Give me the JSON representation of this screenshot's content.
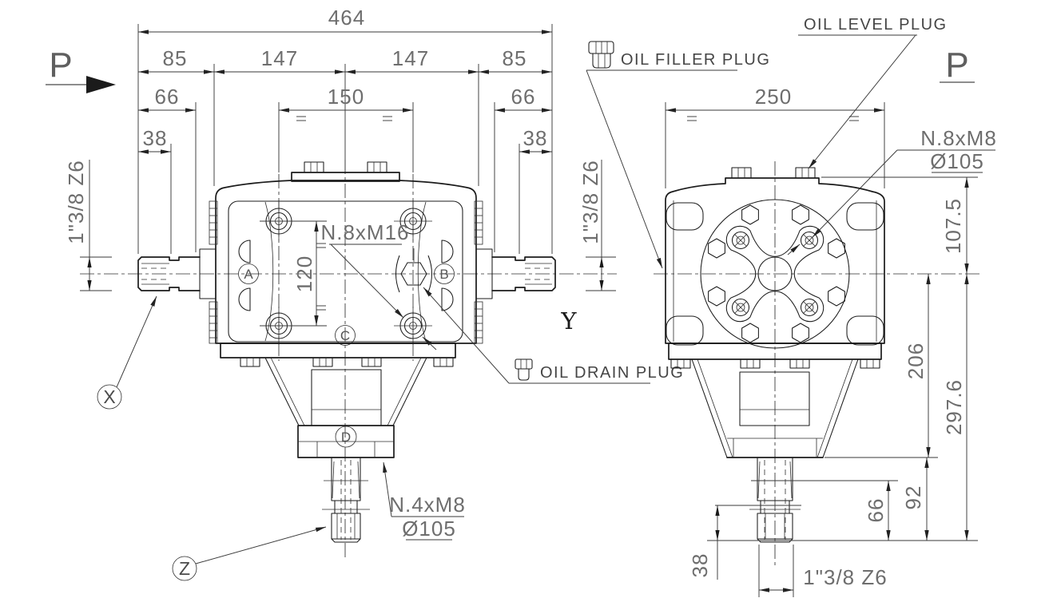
{
  "front_view": {
    "view_arrow_label": "P",
    "dim_464": "464",
    "dim_85_left": "85",
    "dim_147_left": "147",
    "dim_147_right": "147",
    "dim_85_right": "85",
    "dim_66_left": "66",
    "dim_150": "150",
    "dim_66_right": "66",
    "dim_38_left": "38",
    "dim_38_right": "38",
    "dim_120": "120",
    "shaft_spec_left": "1\"3/8 Z6",
    "shaft_spec_right": "1\"3/8 Z6",
    "bolt_callout": "N.8xM16",
    "bottom_callout_line1": "N.4xM8",
    "bottom_callout_line2": "Ø105",
    "port_a": "A",
    "port_b": "B",
    "port_c": "C",
    "port_d": "D",
    "axis_x": "X",
    "axis_y": "Y",
    "axis_z": "Z"
  },
  "side_view": {
    "view_label": "P",
    "dim_250": "250",
    "dim_107_5": "107.5",
    "dim_206": "206",
    "dim_297_6": "297.6",
    "dim_92": "92",
    "dim_66": "66",
    "dim_38": "38",
    "shaft_spec_bottom": "1\"3/8 Z6",
    "flange_callout_line1": "N.8xM8",
    "flange_callout_line2": "Ø105"
  },
  "plugs": {
    "oil_filler": "OIL FILLER PLUG",
    "oil_level": "OIL LEVEL PLUG",
    "oil_drain": "OIL DRAIN PLUG"
  },
  "colors": {
    "line": "#1b1b1b",
    "dim_text": "#6e6e6e",
    "label_text": "#454545",
    "background": "#ffffff"
  }
}
